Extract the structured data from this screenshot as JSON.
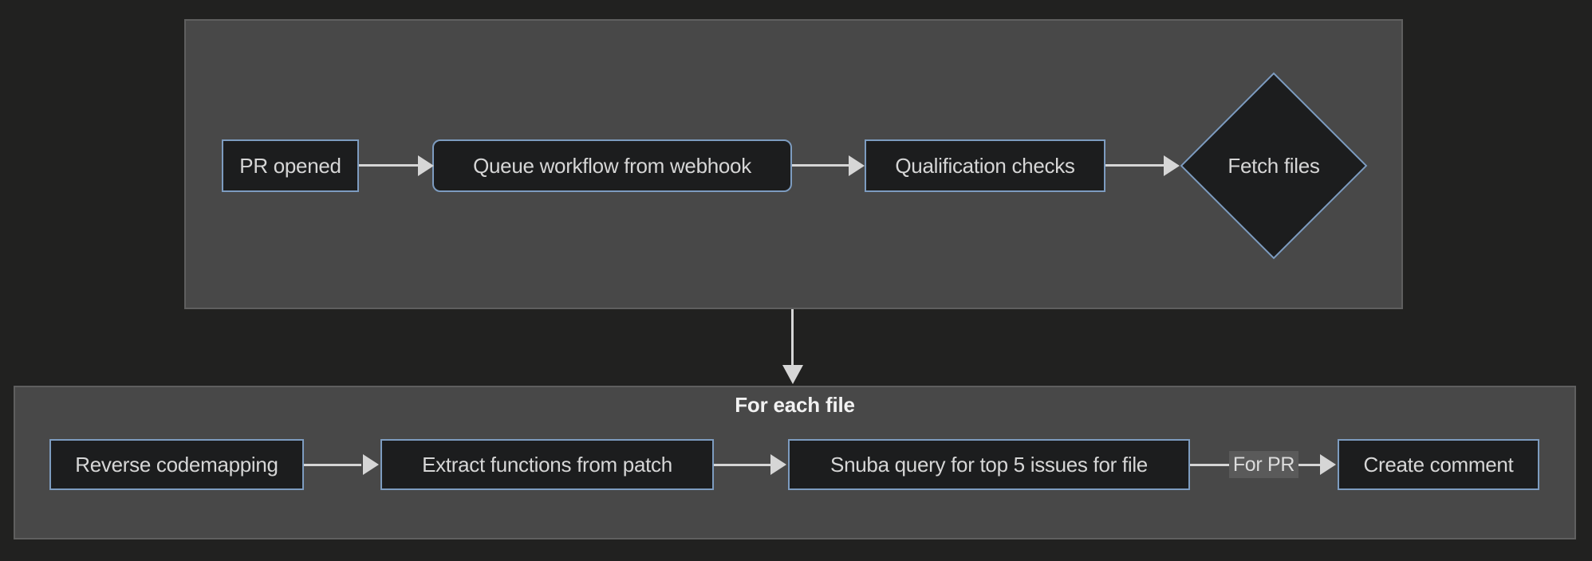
{
  "colors": {
    "background": "#212120",
    "cluster_fill": "#484848",
    "cluster_border": "#5f5f5f",
    "node_fill": "#1c1d1e",
    "node_border": "#7d9cc0",
    "node_text": "#d6d6d6",
    "cluster_title": "#f2f2f2",
    "arrow": "#d6d6d6",
    "edge_label_bg": "#5a5a5a",
    "edge_label_text": "#dcdcdc"
  },
  "clusters": {
    "for_each_file": {
      "title": "For each file"
    }
  },
  "nodes": {
    "pr_opened": {
      "label": "PR opened",
      "shape": "rectangle"
    },
    "queue_workflow": {
      "label": "Queue workflow from webhook",
      "shape": "rounded"
    },
    "qualification_checks": {
      "label": "Qualification checks",
      "shape": "rectangle"
    },
    "fetch_files": {
      "label": "Fetch files",
      "shape": "diamond"
    },
    "reverse_codemapping": {
      "label": "Reverse codemapping",
      "shape": "rectangle"
    },
    "extract_functions": {
      "label": "Extract functions from patch",
      "shape": "rectangle"
    },
    "snuba_query": {
      "label": "Snuba query for top 5 issues for file",
      "shape": "rectangle"
    },
    "create_comment": {
      "label": "Create comment",
      "shape": "rectangle"
    }
  },
  "edges": [
    {
      "from": "pr_opened",
      "to": "queue_workflow",
      "label": ""
    },
    {
      "from": "queue_workflow",
      "to": "qualification_checks",
      "label": ""
    },
    {
      "from": "qualification_checks",
      "to": "fetch_files",
      "label": ""
    },
    {
      "from": "fetch_files",
      "to": "for_each_file",
      "label": ""
    },
    {
      "from": "reverse_codemapping",
      "to": "extract_functions",
      "label": ""
    },
    {
      "from": "extract_functions",
      "to": "snuba_query",
      "label": ""
    },
    {
      "from": "snuba_query",
      "to": "create_comment",
      "label": "For PR"
    }
  ]
}
